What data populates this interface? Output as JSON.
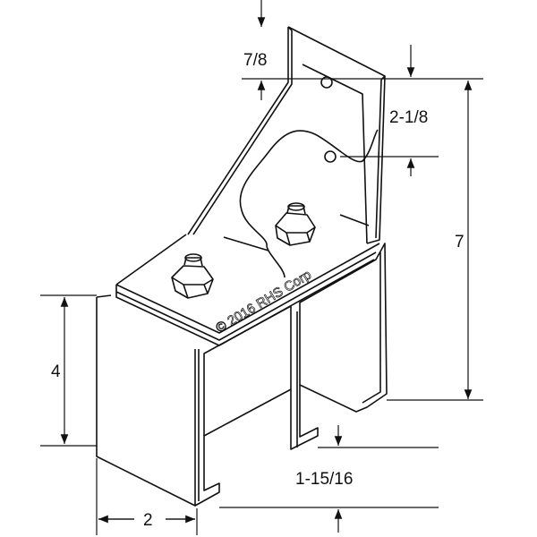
{
  "title": "Box rail wall mount bracket",
  "dimensions": {
    "top_offset": "7/8",
    "hole_spacing": "2-1/8",
    "overall_height": "7",
    "channel_height": "4",
    "channel_gap": "1-15/16",
    "channel_width": "2"
  },
  "watermark": "© 2016 RHS Corp",
  "colors": {
    "line": "#111111",
    "background": "#ffffff"
  }
}
